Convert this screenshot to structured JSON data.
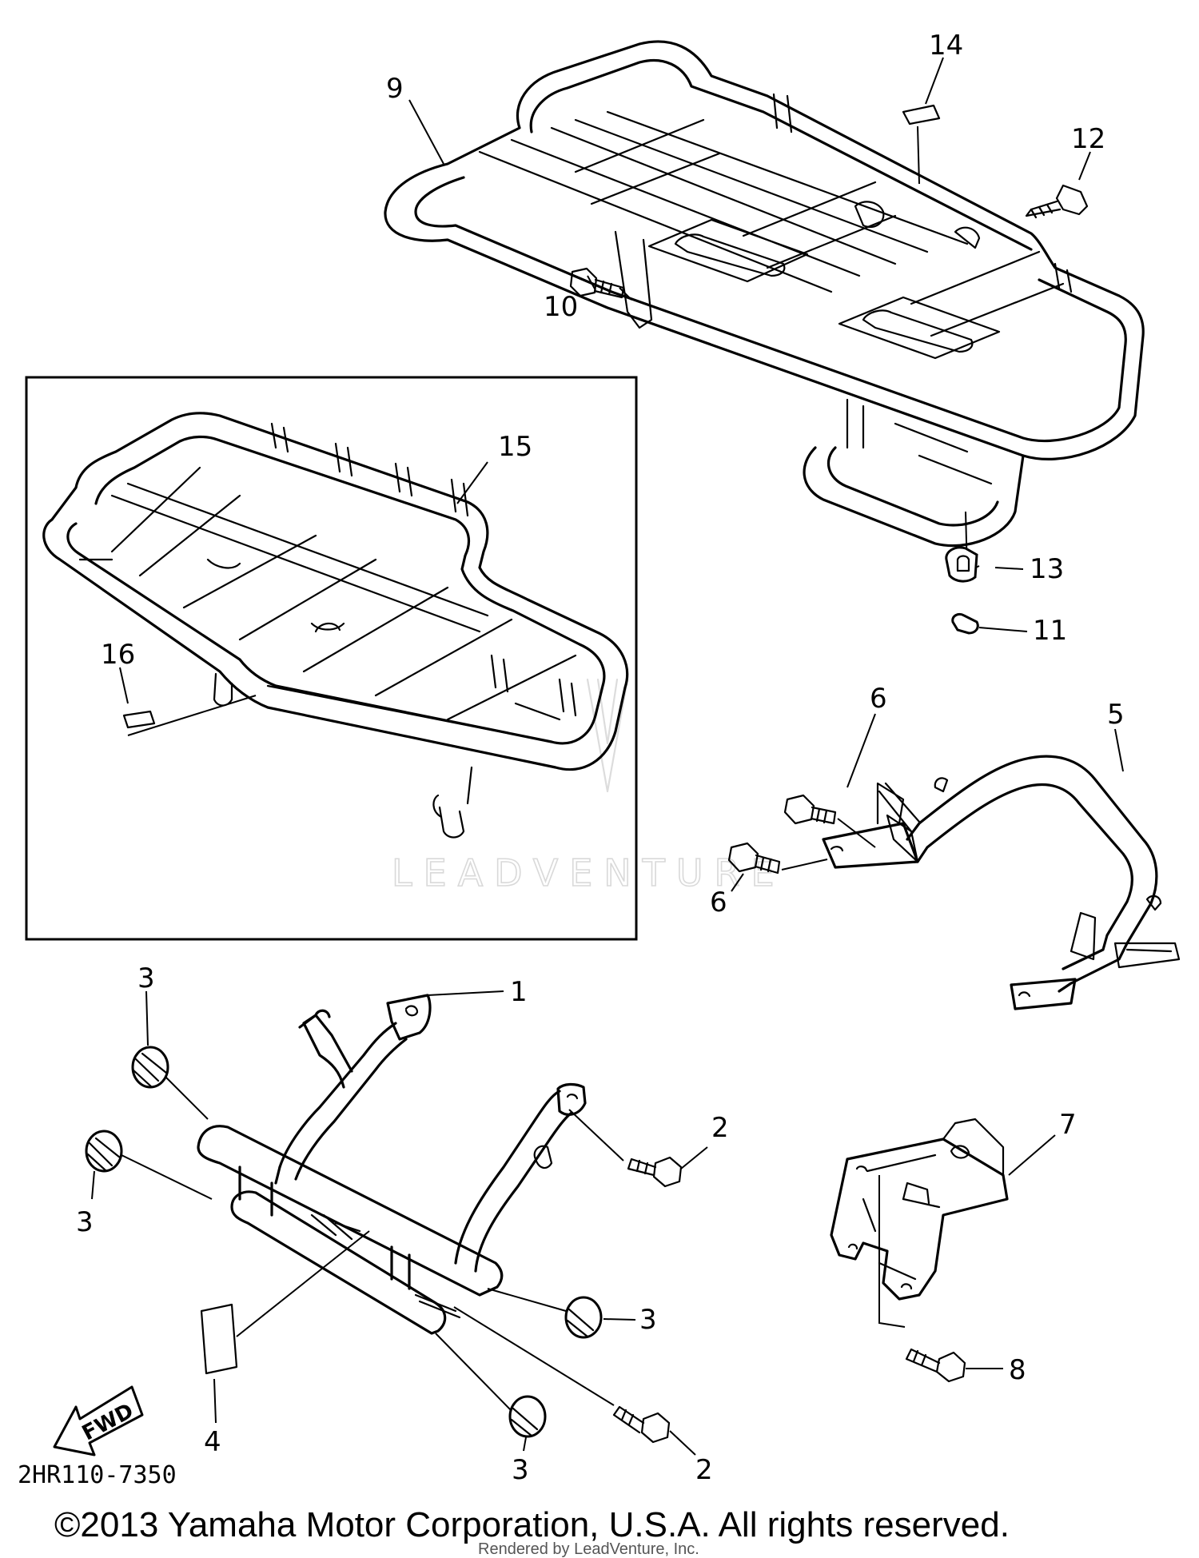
{
  "diagram": {
    "callouts": [
      {
        "id": "c9",
        "label": "9"
      },
      {
        "id": "c14",
        "label": "14"
      },
      {
        "id": "c12",
        "label": "12"
      },
      {
        "id": "c10",
        "label": "10"
      },
      {
        "id": "c15",
        "label": "15"
      },
      {
        "id": "c13",
        "label": "13"
      },
      {
        "id": "c11",
        "label": "11"
      },
      {
        "id": "c16",
        "label": "16"
      },
      {
        "id": "c6a",
        "label": "6"
      },
      {
        "id": "c5",
        "label": "5"
      },
      {
        "id": "c6b",
        "label": "6"
      },
      {
        "id": "c3a",
        "label": "3"
      },
      {
        "id": "c1",
        "label": "1"
      },
      {
        "id": "c2a",
        "label": "2"
      },
      {
        "id": "c7",
        "label": "7"
      },
      {
        "id": "c3b",
        "label": "3"
      },
      {
        "id": "c3c",
        "label": "3"
      },
      {
        "id": "c8",
        "label": "8"
      },
      {
        "id": "c4",
        "label": "4"
      },
      {
        "id": "c3d",
        "label": "3"
      },
      {
        "id": "c2b",
        "label": "2"
      }
    ],
    "fwd_arrow_text": "FWD",
    "diagram_code": "2HR110-7350",
    "watermark": "LEADVENTURE",
    "copyright": "©2013 Yamaha Motor Corporation, U.S.A. All rights reserved.",
    "rendered_by": "Rendered by LeadVenture, Inc."
  }
}
